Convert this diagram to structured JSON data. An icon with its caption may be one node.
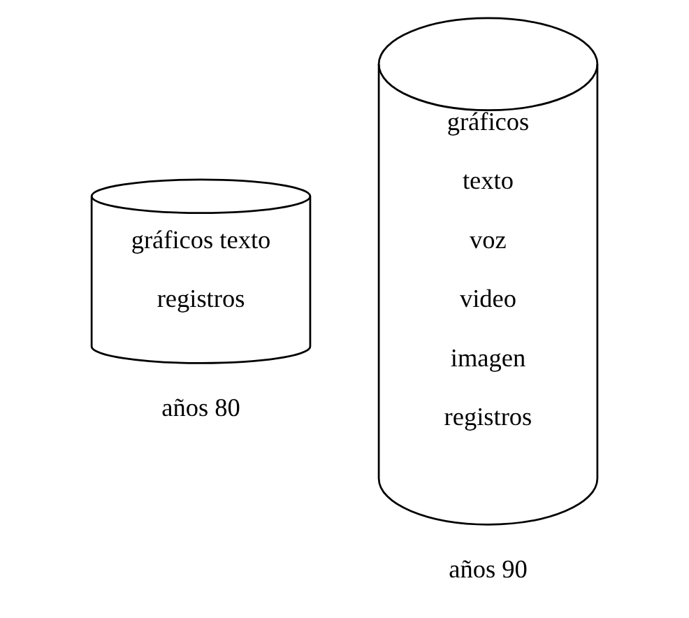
{
  "diagram": {
    "nodes": [
      {
        "text": [
          "gráficos texto",
          "registros"
        ],
        "beside": [
          "años 80"
        ]
      },
      {
        "text": [
          "gráficos",
          "texto",
          "voz",
          "video",
          "imagen",
          "registros"
        ],
        "beside": [
          "años 90"
        ]
      }
    ]
  }
}
